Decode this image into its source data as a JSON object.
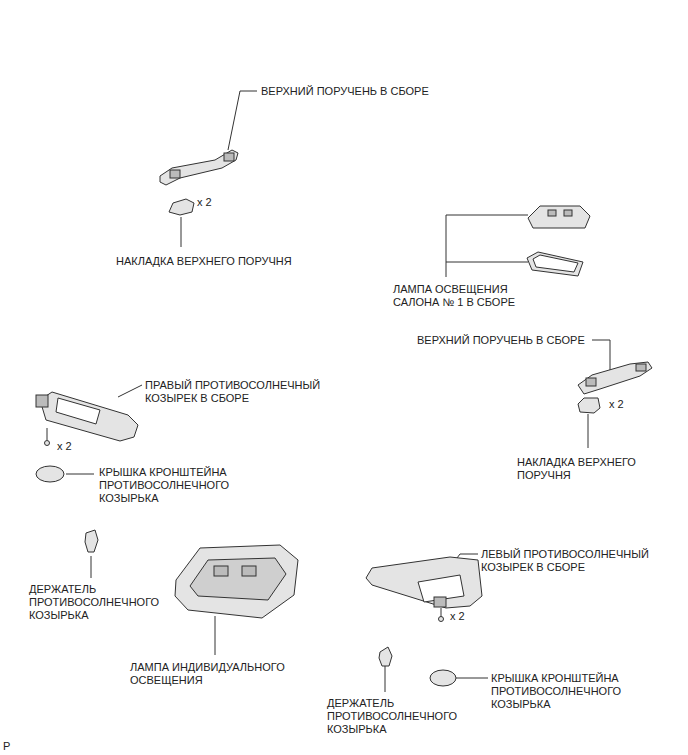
{
  "diagram": {
    "labels": [
      "ВЕРХНИЙ ПОРУЧЕНЬ В СБОРЕ",
      "x 2",
      "НАКЛАДКА ВЕРХНЕГО ПОРУЧНЯ",
      "ЛАМПА ОСВЕЩЕНИЯ САЛОНА № 1 В СБОРЕ",
      "ВЕРХНИЙ ПОРУЧЕНЬ В СБОРЕ",
      "ПРАВЫЙ ПРОТИВОСОЛНЕЧНЫЙ КОЗЫРЕК В СБОРЕ",
      "x 2",
      "x 2",
      "НАКЛАДКА ВЕРХНЕГО ПОРУЧНЯ",
      "КРЫШКА КРОНШТЕЙНА ПРОТИВОСОЛНЕЧНОГО КОЗЫРЬКА",
      "ДЕРЖАТЕЛЬ ПРОТИВОСОЛНЕЧНОГО КОЗЫРЬКА",
      "ЛЕВЫЙ ПРОТИВОСОЛНЕЧНЫЙ КОЗЫРЕК В СБОРЕ",
      "x 2",
      "ЛАМПА ИНДИВИДУАЛЬНОГО ОСВЕЩЕНИЯ",
      "ДЕРЖАТЕЛЬ ПРОТИВОСОЛНЕЧНОГО КОЗЫРЬКА",
      "КРЫШКА КРОНШТЕЙНА ПРОТИВОСОЛНЕЧНОГО КОЗЫРЬКА",
      "P"
    ]
  }
}
